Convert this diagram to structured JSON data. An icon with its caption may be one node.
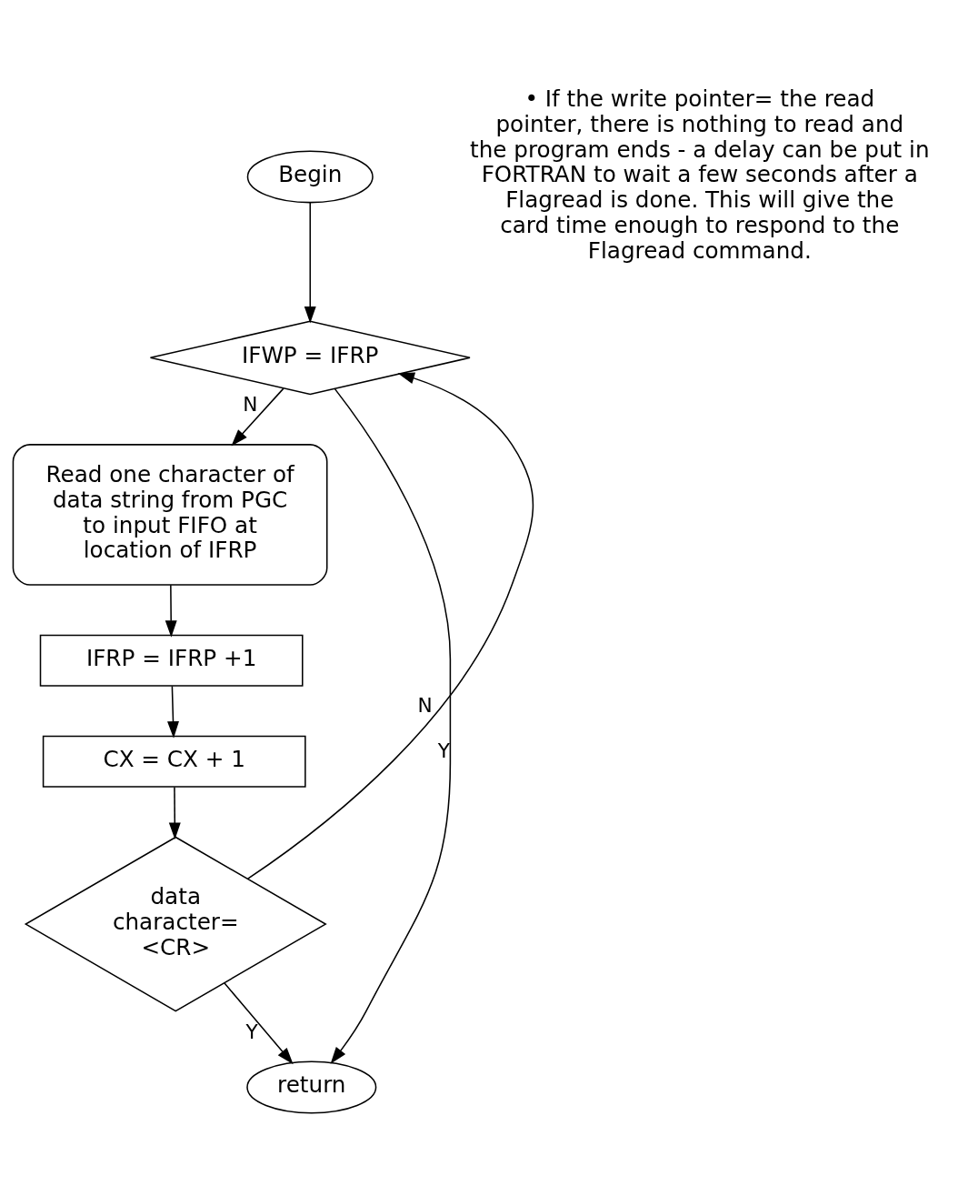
{
  "diagram": {
    "nodes": [
      {
        "text": [
          "Begin"
        ]
      },
      {
        "text": [
          "IFWP = IFRP"
        ]
      },
      {
        "text": [
          "Read one character of data string from PGC to input FIFO at location of IFRP"
        ]
      },
      {
        "text": [
          "IFRP = IFRP +1"
        ]
      },
      {
        "text": [
          "CX = CX + 1"
        ]
      },
      {
        "text": [
          "data character= <CR>"
        ]
      },
      {
        "text": [
          "return"
        ]
      }
    ],
    "edges": [
      {
        "from": 0,
        "to": 1,
        "arrow": "to"
      },
      {
        "from": 1,
        "to": 6,
        "arrow": "to",
        "label": "Y"
      },
      {
        "from": 1,
        "to": 2,
        "arrow": "to",
        "label": "N"
      },
      {
        "from": 2,
        "to": 3,
        "arrow": "to"
      },
      {
        "from": 3,
        "to": 4,
        "arrow": "to"
      },
      {
        "from": 4,
        "to": 5,
        "arrow": "to"
      },
      {
        "from": 5,
        "to": 1,
        "arrow": "to",
        "label": "N"
      },
      {
        "from": 5,
        "to": 6,
        "arrow": "to",
        "label": "Y"
      }
    ],
    "labels": [
      "• If the write pointer= the read pointer, there is nothing to read and the program ends - a delay can be put in FORTRAN to wait a few seconds after a Flagread is done. This will give the card time enough to respond to the Flagread command."
    ]
  }
}
